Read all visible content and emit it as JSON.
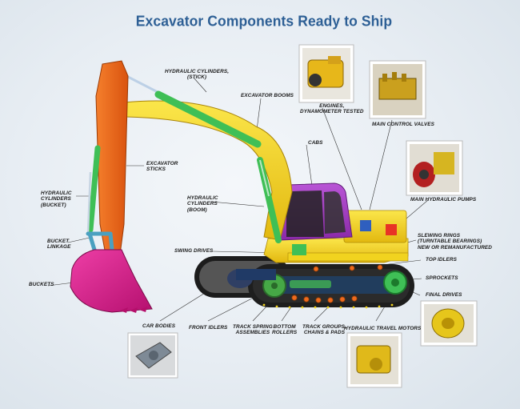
{
  "title": "Excavator Components Ready to Ship",
  "labels": {
    "hydraulic_cylinders_stick": "HYDRAULIC CYLINDERS,\n(STICK)",
    "excavator_booms": "EXCAVATOR BOOMS",
    "engines": "ENGINES,\nDYNAMOMETER TESTED",
    "main_control_valves": "MAIN CONTROL VALVES",
    "cabs": "CABS",
    "excavator_sticks": "EXCAVATOR\nSTICKS",
    "main_hydraulic_pumps": "MAIN HYDRAULIC PUMPS",
    "hydraulic_cylinders_bucket": "HYDRAULIC\nCYLINDERS\n(BUCKET)",
    "hydraulic_cylinders_boom": "HYDRAULIC\nCYLINDERS\n(BOOM)",
    "slewing_rings": "SLEWING RINGS\n(TURNTABLE BEARINGS)\nNEW OR REMANUFACTURED",
    "bucket_linkage": "BUCKET\nLINKAGE",
    "swing_drives": "SWING DRIVES",
    "top_idlers": "TOP IDLERS",
    "buckets": "BUCKETS",
    "sprockets": "SPROCKETS",
    "final_drives": "FINAL DRIVES",
    "car_bodies": "CAR BODIES",
    "front_idlers": "FRONT IDLERS",
    "track_spring_assemblies": "TRACK SPRING\nASSEMBLIES",
    "bottom_rollers": "BOTTOM\nROLLERS",
    "track_groups": "TRACK GROUPS,\nCHAINS & PADS",
    "hydraulic_travel_motors": "HYDRAULIC TRAVEL MOTORS"
  },
  "colors": {
    "title": "#2d5f95",
    "boom": "#f3d21a",
    "stick": "#ee6a1d",
    "cylinder": "#3fbf56",
    "bucket": "#d81c8c",
    "cab": "#a23cc2",
    "track": "#222222",
    "frame": "#e8c51c"
  }
}
